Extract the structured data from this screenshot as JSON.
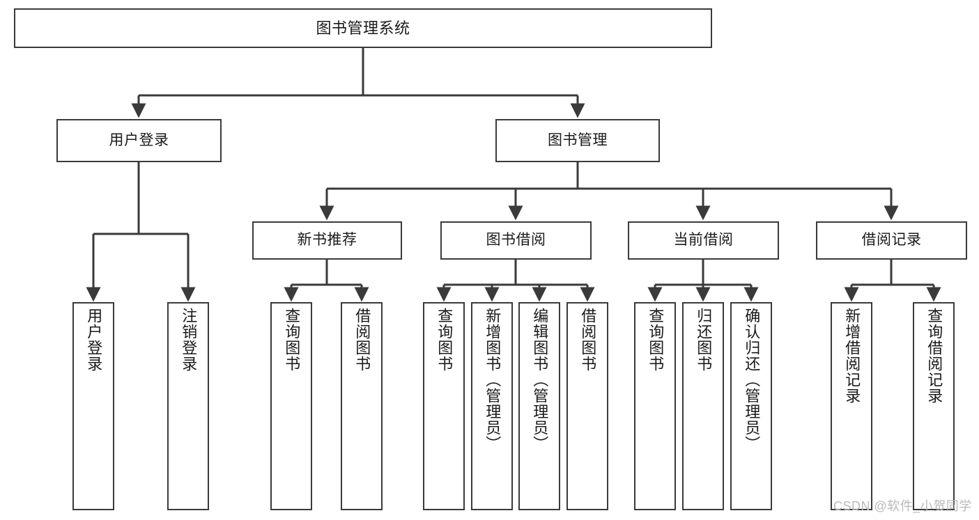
{
  "diagram": {
    "title": "图书管理系统",
    "style": {
      "line_color": "#3a3a3a",
      "box_border_color": "#3a3a3a",
      "box_fill": "#ffffff",
      "text_color": "#1a1a1a",
      "background": "#ffffff",
      "watermark_color": "#b9b9b9"
    },
    "nodes": {
      "root": "图书管理系统",
      "level1": [
        "用户登录",
        "图书管理"
      ],
      "level2": [
        "新书推荐",
        "图书借阅",
        "当前借阅",
        "借阅记录"
      ],
      "leaves": {
        "user_login": [
          "用户登录",
          "注销登录"
        ],
        "new_book": [
          "查询图书",
          "借阅图书"
        ],
        "book_borrow": [
          "查询图书",
          "新增图书（管理员）",
          "编辑图书（管理员）",
          "借阅图书"
        ],
        "current_borrow": [
          "查询图书",
          "归还图书",
          "确认归还（管理员）"
        ],
        "borrow_record": [
          "新增借阅记录",
          "查询借阅记录"
        ]
      }
    },
    "watermark": "CSDN @软件_小贺同学"
  }
}
